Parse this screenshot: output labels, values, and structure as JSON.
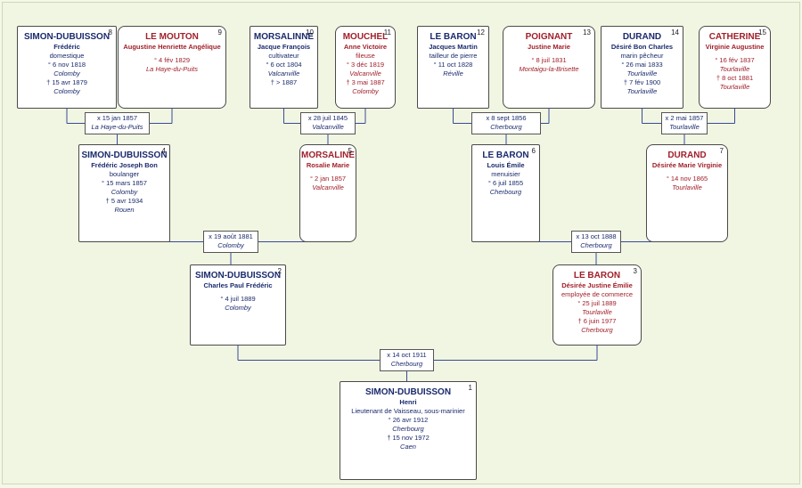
{
  "persons": {
    "p8": {
      "num": "8",
      "surname": "SIMON-DUBUISSON",
      "given": "Frédéric",
      "lines": [
        "domestique",
        "° 6 nov 1818",
        "Colomby",
        "† 15 avr 1879",
        "Colomby"
      ]
    },
    "p9": {
      "num": "9",
      "surname": "LE MOUTON",
      "given": "Augustine Henriette Angélique",
      "lines": [
        "",
        "° 4 fév 1829",
        "La Haye-du-Puits"
      ]
    },
    "p10": {
      "num": "10",
      "surname": "MORSALINNE",
      "given": "Jacque François",
      "lines": [
        "cultivateur",
        "° 6 oct 1804",
        "Valcanville",
        "† > 1887"
      ]
    },
    "p11": {
      "num": "11",
      "surname": "MOUCHEL",
      "given": "Anne Victoire",
      "lines": [
        "fileuse",
        "° 3 déc 1819",
        "Valcanville",
        "† 3 mai 1887",
        "Colomby"
      ]
    },
    "p12": {
      "num": "12",
      "surname": "LE BARON",
      "given": "Jacques Martin",
      "lines": [
        "tailleur de pierre",
        "° 11 oct 1828",
        "Réville"
      ]
    },
    "p13": {
      "num": "13",
      "surname": "POIGNANT",
      "given": "Justine Marie",
      "lines": [
        "",
        "° 8 juil 1831",
        "Montaigu-la-Brisette"
      ]
    },
    "p14": {
      "num": "14",
      "surname": "DURAND",
      "given": "Désiré Bon Charles",
      "lines": [
        "marin pêcheur",
        "° 26 mai 1833",
        "Tourlaville",
        "† 7 fév 1900",
        "Tourlaville"
      ]
    },
    "p15": {
      "num": "15",
      "surname": "CATHERINE",
      "given": "Virginie Augustine",
      "lines": [
        "",
        "° 16 fév 1837",
        "Tourlaville",
        "† 8 oct 1881",
        "Tourlaville"
      ]
    },
    "p4": {
      "num": "4",
      "surname": "SIMON-DUBUISSON",
      "given": "Frédéric Joseph Bon",
      "lines": [
        "boulanger",
        "° 15 mars 1857",
        "Colomby",
        "† 5 avr 1934",
        "Rouen"
      ]
    },
    "p5": {
      "num": "5",
      "surname": "MORSALINE",
      "given": "Rosalie Marie",
      "lines": [
        "",
        "° 2 jan 1857",
        "Valcanville"
      ]
    },
    "p6": {
      "num": "6",
      "surname": "LE BARON",
      "given": "Louis Émile",
      "lines": [
        "menuisier",
        "° 6 juil 1855",
        "Cherbourg"
      ]
    },
    "p7": {
      "num": "7",
      "surname": "DURAND",
      "given": "Désirée Marie Virginie",
      "lines": [
        "",
        "° 14 nov 1865",
        "Tourlaville"
      ]
    },
    "p2": {
      "num": "2",
      "surname": "SIMON-DUBUISSON",
      "given": "Charles Paul Frédéric",
      "lines": [
        "",
        "° 4 juil 1889",
        "Colomby"
      ]
    },
    "p3": {
      "num": "3",
      "surname": "LE BARON",
      "given": "Désirée Justine Émilie",
      "lines": [
        "employée de commerce",
        "° 25 juil 1889",
        "Tourlaville",
        "† 6 juin 1977",
        "Cherbourg"
      ]
    },
    "p1": {
      "num": "1",
      "surname": "SIMON-DUBUISSON",
      "given": "Henri",
      "lines": [
        "Lieutenant de Vaisseau, sous-marinier",
        "° 26 avr 1912",
        "Cherbourg",
        "† 15 nov 1972",
        "Caen"
      ]
    }
  },
  "marriages": {
    "m8": {
      "date": "x 15 jan 1857",
      "place": "La Haye-du-Puits"
    },
    "m10": {
      "date": "x 28 juil 1845",
      "place": "Valcanville"
    },
    "m12": {
      "date": "x 8 sept 1856",
      "place": "Cherbourg"
    },
    "m14": {
      "date": "x 2 mai 1857",
      "place": "Tourlaville"
    },
    "m4": {
      "date": "x 19 août 1881",
      "place": "Colomby"
    },
    "m6": {
      "date": "x 13 oct 1888",
      "place": "Cherbourg"
    },
    "m2": {
      "date": "x 14 oct 1911",
      "place": "Cherbourg"
    }
  },
  "colors": {
    "male": "#1a2a6c",
    "female": "#a0202a",
    "connector": "#3a4a9a",
    "background": "#f1f6e2"
  }
}
